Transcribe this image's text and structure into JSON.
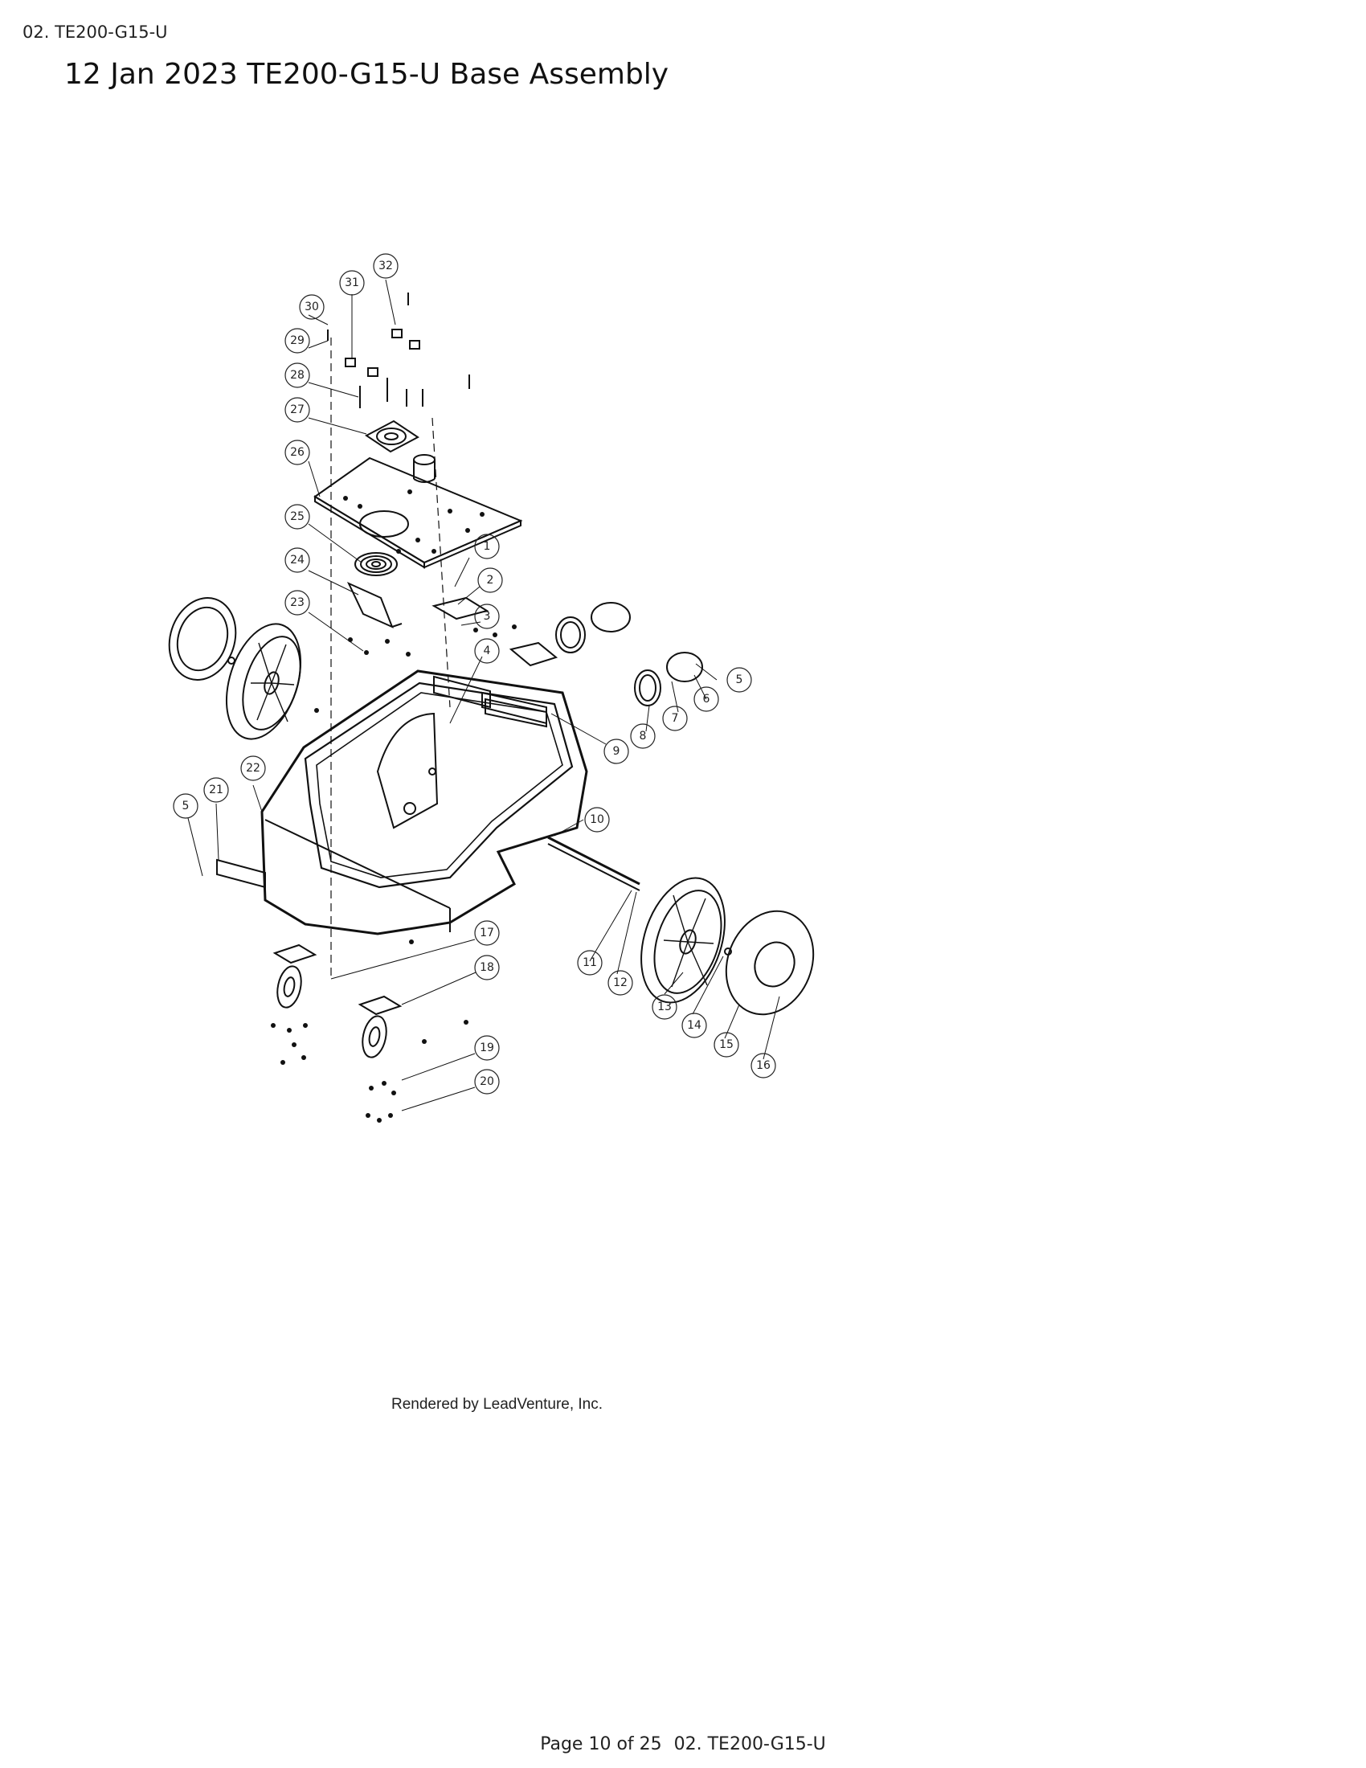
{
  "header": {
    "code": "02. TE200-G15-U"
  },
  "title": "12 Jan 2023 TE200-G15-U Base Assembly",
  "diagram": {
    "credit": "Rendered by LeadVenture, Inc.",
    "callouts": [
      "1",
      "2",
      "3",
      "4",
      "5",
      "6",
      "7",
      "8",
      "9",
      "10",
      "11",
      "12",
      "13",
      "14",
      "15",
      "16",
      "17",
      "18",
      "19",
      "20",
      "21",
      "22",
      "23",
      "24",
      "25",
      "26",
      "27",
      "28",
      "29",
      "30",
      "31",
      "32",
      "5"
    ]
  },
  "footer": {
    "page": "Page 10 of 25",
    "code": "02. TE200-G15-U"
  }
}
